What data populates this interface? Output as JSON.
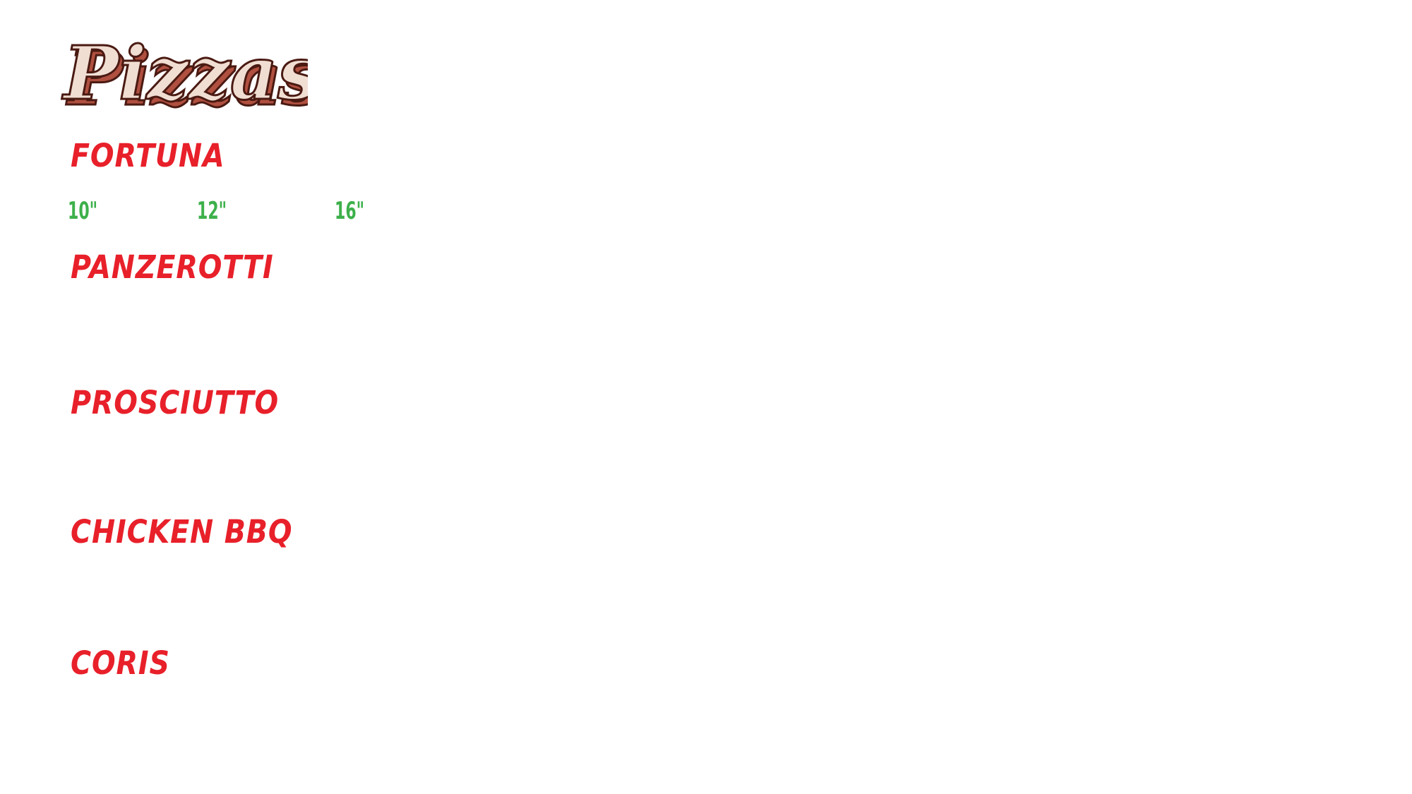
{
  "header": {
    "title": "Pizzas"
  },
  "items": [
    {
      "name": "FORTUNA"
    },
    {
      "name": "PANZEROTTI"
    },
    {
      "name": "PROSCIUTTO"
    },
    {
      "name": "CHICKEN BBQ"
    },
    {
      "name": "CORIS"
    }
  ],
  "sizes": [
    "10\"",
    "12\"",
    "16\""
  ],
  "colors": {
    "item_name": "#e8202a",
    "size_label": "#3db04b",
    "logo_fill": "#f1ded3",
    "logo_outline": "#4a1a12",
    "logo_shadow": "#b05040"
  }
}
